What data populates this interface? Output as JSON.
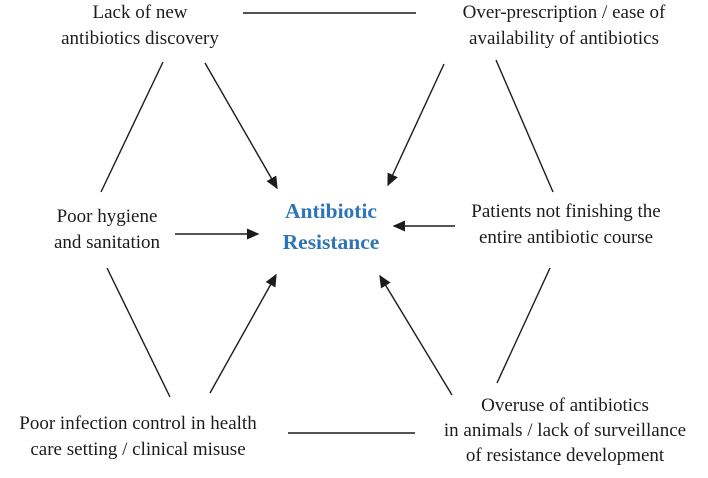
{
  "diagram": {
    "center": {
      "label": "Antibiotic\nResistance"
    },
    "factors": {
      "top_left": "Lack of new\nantibiotics discovery",
      "top_right": "Over-prescription / ease of\navailability of antibiotics",
      "mid_left": "Poor hygiene\nand sanitation",
      "mid_right": "Patients not finishing the\nentire antibiotic course",
      "bottom_left": "Poor infection control in health\ncare setting / clinical misuse",
      "bottom_right": "Overuse of antibiotics\nin animals / lack of surveillance\nof resistance development"
    },
    "edges": [
      {
        "from": "top_left",
        "to": "center",
        "type": "arrow"
      },
      {
        "from": "top_right",
        "to": "center",
        "type": "arrow"
      },
      {
        "from": "mid_left",
        "to": "center",
        "type": "arrow"
      },
      {
        "from": "mid_right",
        "to": "center",
        "type": "arrow"
      },
      {
        "from": "bottom_left",
        "to": "center",
        "type": "arrow"
      },
      {
        "from": "bottom_right",
        "to": "center",
        "type": "arrow"
      },
      {
        "from": "top_left",
        "to": "top_right",
        "type": "line"
      },
      {
        "from": "top_left",
        "to": "mid_left",
        "type": "line"
      },
      {
        "from": "top_right",
        "to": "mid_right",
        "type": "line"
      },
      {
        "from": "mid_left",
        "to": "bottom_left",
        "type": "line"
      },
      {
        "from": "mid_right",
        "to": "bottom_right",
        "type": "line"
      },
      {
        "from": "bottom_left",
        "to": "bottom_right",
        "type": "line"
      }
    ],
    "colors": {
      "text": "#1c1c1c",
      "line": "#1c1c1c",
      "center_text": "#2e75b6",
      "background": "#ffffff"
    }
  }
}
